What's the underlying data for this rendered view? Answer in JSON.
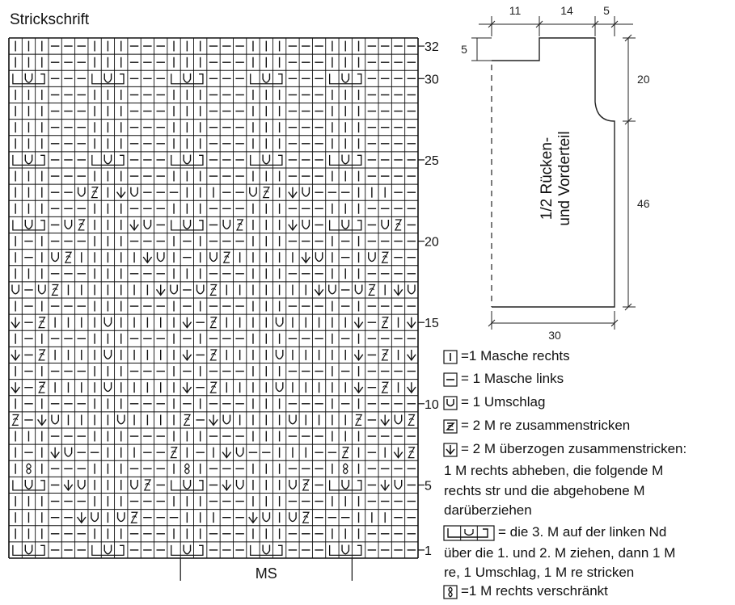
{
  "title": "Strickschrift",
  "chart": {
    "cols": 31,
    "rows": 32,
    "row_labels": [
      {
        "row": 32,
        "text": "32"
      },
      {
        "row": 30,
        "text": "30"
      },
      {
        "row": 25,
        "text": "25"
      },
      {
        "row": 20,
        "text": "20"
      },
      {
        "row": 15,
        "text": "15"
      },
      {
        "row": 10,
        "text": "10"
      },
      {
        "row": 5,
        "text": "5"
      },
      {
        "row": 1,
        "text": "1"
      }
    ],
    "ms_label": "MS",
    "ms_start_col": 13,
    "ms_end_col": 26,
    "grid_top_to_bottom": [
      "|||---|||---|||---|||---|||----",
      "|||---|||---|||---|||---|||----",
      "LUD---LUD---LUD---LUD---LUD----",
      "|||---|||---|||---|||---|||----",
      "|||---|||---|||---|||---|||----",
      "|||---|||---|||---|||---|||----",
      "|||---|||---|||---|||---|||----",
      "LUD---LUD---LUD---LUD---LUD----",
      "|||---|||---|||---|||---|||----",
      "|||--UZ|VU---|||--UZ|VU---|||--",
      "|||---|||---|||---|||---|||----",
      "LUD-UZ|||VU-LUD-UZ|||VU-LUD-UZ-",
      "|-|---|||---|-|---|||---|-|----",
      "|-|UZ|||||VU|-|UZ|||||VU|-|UZ--",
      "|||---|||---|||---|||---|||----",
      "U-UZ|||||||VU-UZ|||||||VU-UZ|VU",
      "|-|---|||---|-|---|||---|-|----",
      "V-Z||||U|||||V-Z||||U|||||V-Z|V",
      "|-|---|||---|-|---|||---|-|----",
      "V-Z||||U|||||V-Z||||U|||||V-Z|V",
      "|-|---|||---|-|---|||---|-|----",
      "V-Z||||U|||||V-Z||||U|||||V-Z|V",
      "|-|---|||---|-|---|||---|-|----",
      "Z-VU||||U||||Z-VU||||U||||Z-VUZ",
      "|||---|||---|||---|||---|||----",
      "|-|VU--|||--Z|-|VU--|||--Z|-|VZ",
      "|K|---|||---|K|---|||---|K|----",
      "LUD-VU|||UZ-LUD-VU|||UZ-LUD-VU-",
      "|||---|||---|||---|||---|||----",
      "|||--VU|UZ---|||--VU|UZ---|||--",
      "|||---|||---|||---|||---|||----",
      "LUD---LUD---LUD---LUD---LUD----"
    ]
  },
  "sketch": {
    "dim_top": [
      "11",
      "14",
      "5"
    ],
    "dim_left": "5",
    "dim_right_upper": "20",
    "dim_right_lower": "46",
    "dim_bottom": "30",
    "label_line1": "1/2 Rücken-",
    "label_line2": "und Vorderteil"
  },
  "legend": {
    "knit": "=1 Masche rechts",
    "purl": "= 1 Masche links",
    "yarn_over": "= 1 Umschlag",
    "k2tog": "= 2 M re zusammenstricken",
    "skpo_line1": "= 2 M überzogen zusammenstricken:",
    "skpo_line2": "1 M rechts abheben, die folgende M",
    "skpo_line3": "rechts str und die abgehobene M",
    "skpo_line4": "darüberziehen",
    "cluster_line1": "= die 3. M auf der linken Nd",
    "cluster_line2": "über die 1. und 2. M ziehen, dann 1 M",
    "cluster_line3": "re, 1 Umschlag, 1 M re stricken",
    "twisted": "=1 M rechts verschränkt"
  }
}
